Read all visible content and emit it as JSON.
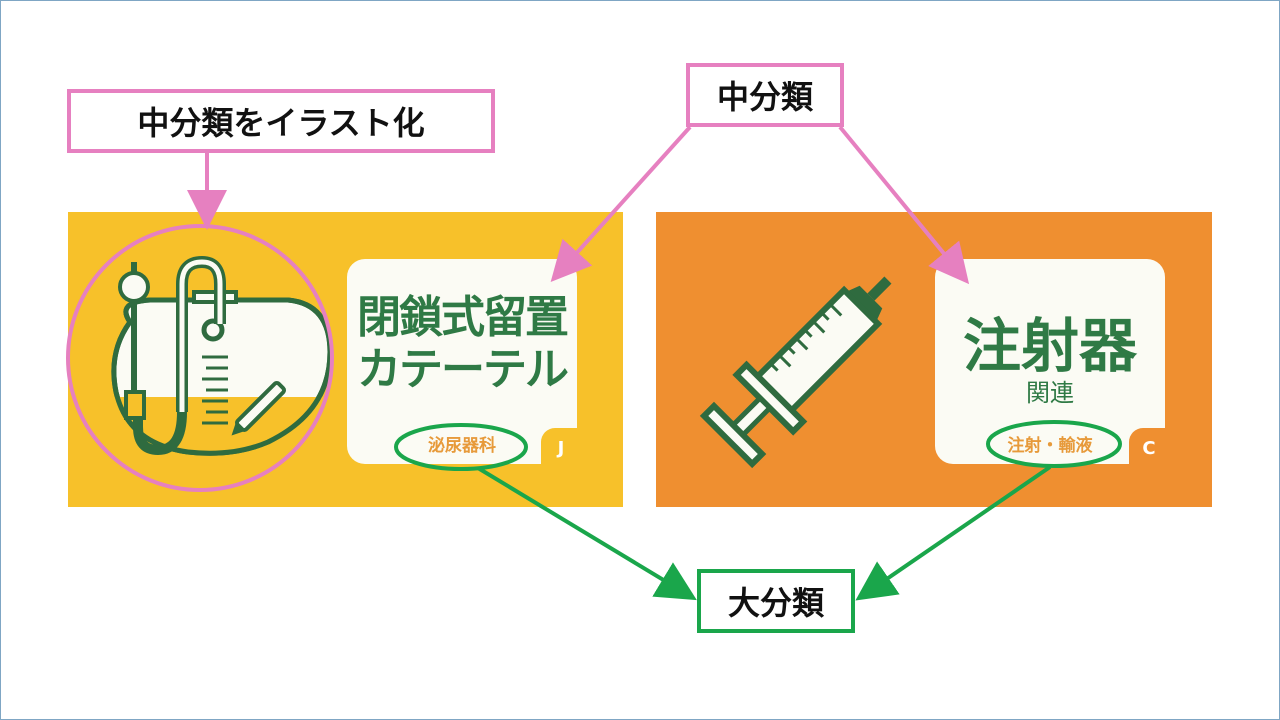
{
  "callouts": {
    "illustration": "中分類をイラスト化",
    "middle": "中分類",
    "major": "大分類"
  },
  "cards": {
    "left": {
      "title_line1": "閉鎖式留置",
      "title_line2": "カテーテル",
      "category": "泌尿器科",
      "code": "J",
      "icon": "urine-bag-icon"
    },
    "right": {
      "title": "注射器",
      "subtitle": "関連",
      "category": "注射・輸液",
      "code": "C",
      "icon": "syringe-icon"
    }
  },
  "colors": {
    "pink": "#e680c0",
    "green": "#1aa64b",
    "card_yellow": "#f7c12a",
    "card_orange": "#ef8f30",
    "icon_green": "#2f6b3f",
    "text_green": "#2f7a45"
  }
}
